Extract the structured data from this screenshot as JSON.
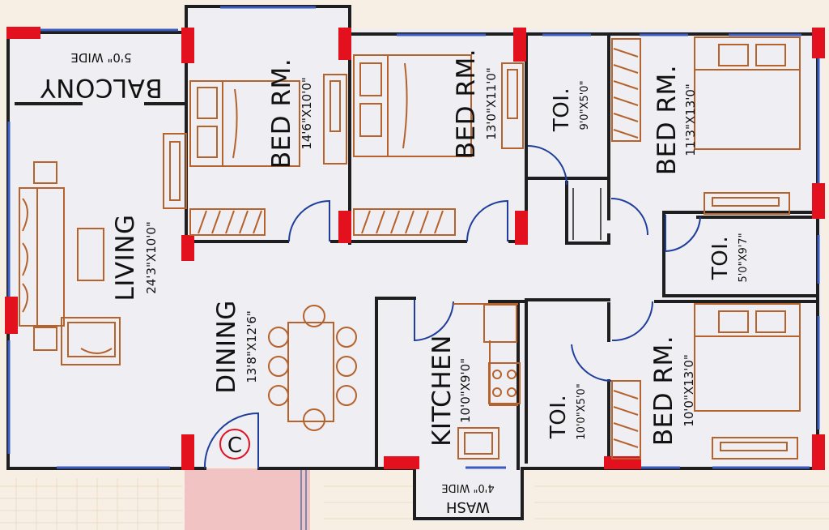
{
  "rooms": {
    "balcony": {
      "name": "BALCONY",
      "dim": "5'0\" WIDE"
    },
    "living": {
      "name": "LIVING",
      "dim": "24'3\"X10'0\""
    },
    "bed1": {
      "name": "BED RM.",
      "dim": "14'6\"X10'0\""
    },
    "bed2": {
      "name": "BED RM.",
      "dim": "13'0\"X11'0\""
    },
    "toi1": {
      "name": "TOI.",
      "dim": "9'0\"X5'0\""
    },
    "bed3": {
      "name": "BED RM.",
      "dim": "11'3\"X13'0\""
    },
    "toi2": {
      "name": "TOI.",
      "dim": "5'0\"X9'7\""
    },
    "dining": {
      "name": "DINING",
      "dim": "13'8\"X12'6\""
    },
    "kitchen": {
      "name": "KITCHEN",
      "dim": "10'0\"X9'0\""
    },
    "toi3": {
      "name": "TOI.",
      "dim": "10'0\"X5'0\""
    },
    "bed4": {
      "name": "BED RM.",
      "dim": "10'0\"X13'0\""
    },
    "wash": {
      "name": "WASH",
      "dim": "4'0\" WIDE"
    }
  },
  "symbols": {
    "column_marker": "C"
  },
  "colors": {
    "wall": "#1e1e1e",
    "column": "#e3101e",
    "furniture": "#b5622d",
    "window": "#3a5bbf",
    "door_swing": "#1f3e9c",
    "floor": "#eeeef3",
    "background": "#f7efe3",
    "staircase": "#f2c3c3"
  },
  "icons": [
    "sofa-icon",
    "bed-icon",
    "wardrobe-icon",
    "dining-table-icon",
    "stove-icon",
    "sink-icon",
    "door-swing-icon"
  ]
}
